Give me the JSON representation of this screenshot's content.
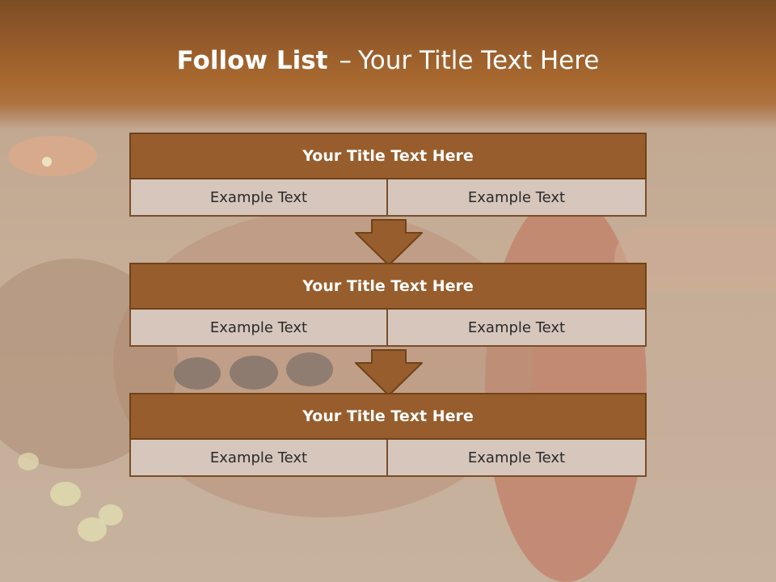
{
  "slide": {
    "title_bold": "Follow List",
    "title_separator": "–",
    "title_rest": "Your Title Text Here"
  },
  "blocks": [
    {
      "heading": "Your Title Text Here",
      "left_text": "Example Text",
      "right_text": "Example Text"
    },
    {
      "heading": "Your Title Text Here",
      "left_text": "Example Text",
      "right_text": "Example Text"
    },
    {
      "heading": "Your Title Text Here",
      "left_text": "Example Text",
      "right_text": "Example Text"
    }
  ],
  "colors": {
    "header_band": "#a8692f",
    "block_heading_fill": "#985d2c",
    "block_border": "#6f4319",
    "cell_fill": "#d6c6bc",
    "arrow_fill": "#985d2c",
    "title_text": "#ffffff"
  },
  "icons": [
    "down-arrow-icon"
  ]
}
